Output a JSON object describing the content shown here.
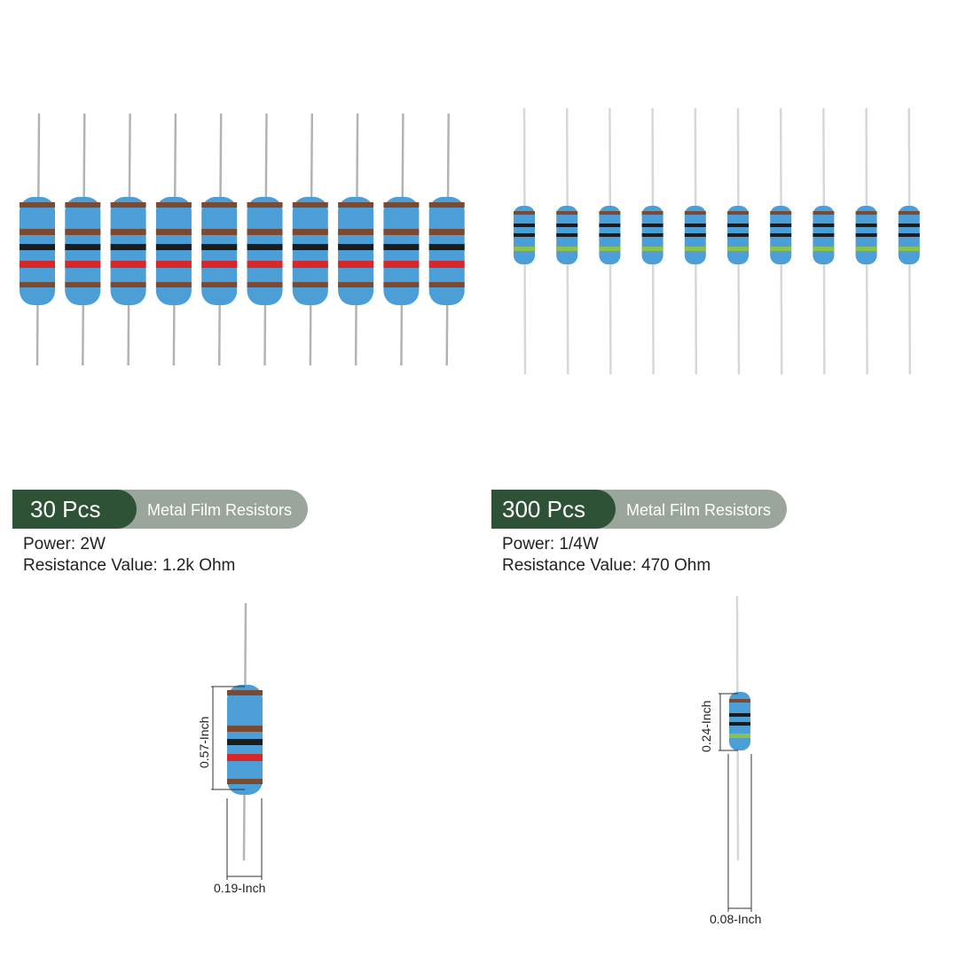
{
  "colors": {
    "badge_count_bg": "#2e5236",
    "badge_label_bg": "#9aa59c",
    "resistor_body": "#4b9fd6",
    "band_brown": "#7a4a32",
    "band_black": "#1c1c1c",
    "band_red": "#d62828",
    "band_green": "#8bc34a"
  },
  "products": [
    {
      "count": "30 Pcs",
      "type_label": "Metal Film Resistors",
      "power": "Power: 2W",
      "resistance": "Resistance Value: 1.2k Ohm",
      "length_label": "0.57-Inch",
      "diameter_label": "0.19-Inch",
      "band_colors": [
        "brown",
        "red",
        "black",
        "brown",
        "brown"
      ]
    },
    {
      "count": "300 Pcs",
      "type_label": "Metal Film Resistors",
      "power": "Power: 1/4W",
      "resistance": "Resistance Value: 470 Ohm",
      "length_label": "0.24-Inch",
      "diameter_label": "0.08-Inch",
      "band_colors": [
        "yellow",
        "violet",
        "black",
        "black",
        "brown"
      ]
    }
  ]
}
